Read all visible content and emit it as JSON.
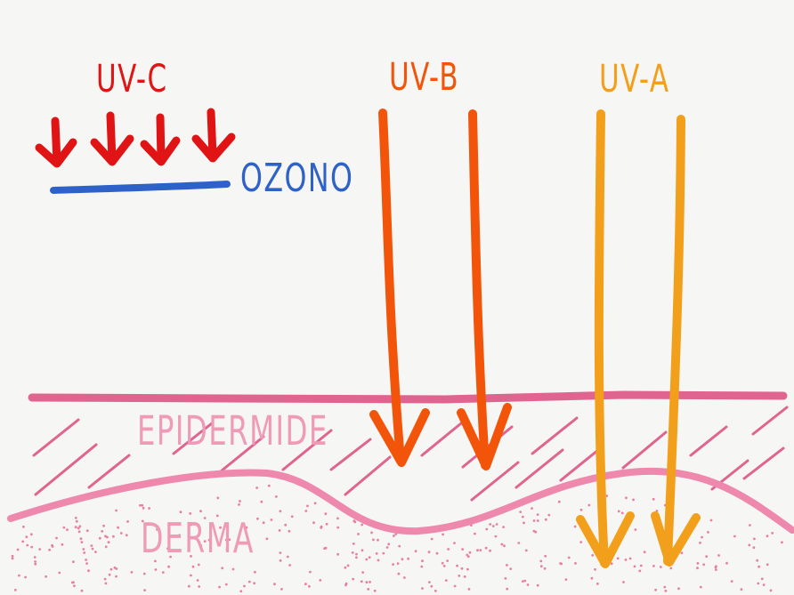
{
  "labels": {
    "uvc": "UV-C",
    "uvb": "UV-B",
    "uva": "UV-A",
    "ozone": "OZONO",
    "epidermis": "EPIDERMIDE",
    "dermis": "DERMA"
  },
  "colors": {
    "uvc": "#e01414",
    "uvb": "#f2550a",
    "uva": "#f2a01c",
    "ozone": "#2f62c8",
    "skin_line": "#e06490",
    "epidermis_label": "#ef9bb8",
    "dermis_dots": "#e8809f",
    "background": "#f6f6f4"
  }
}
